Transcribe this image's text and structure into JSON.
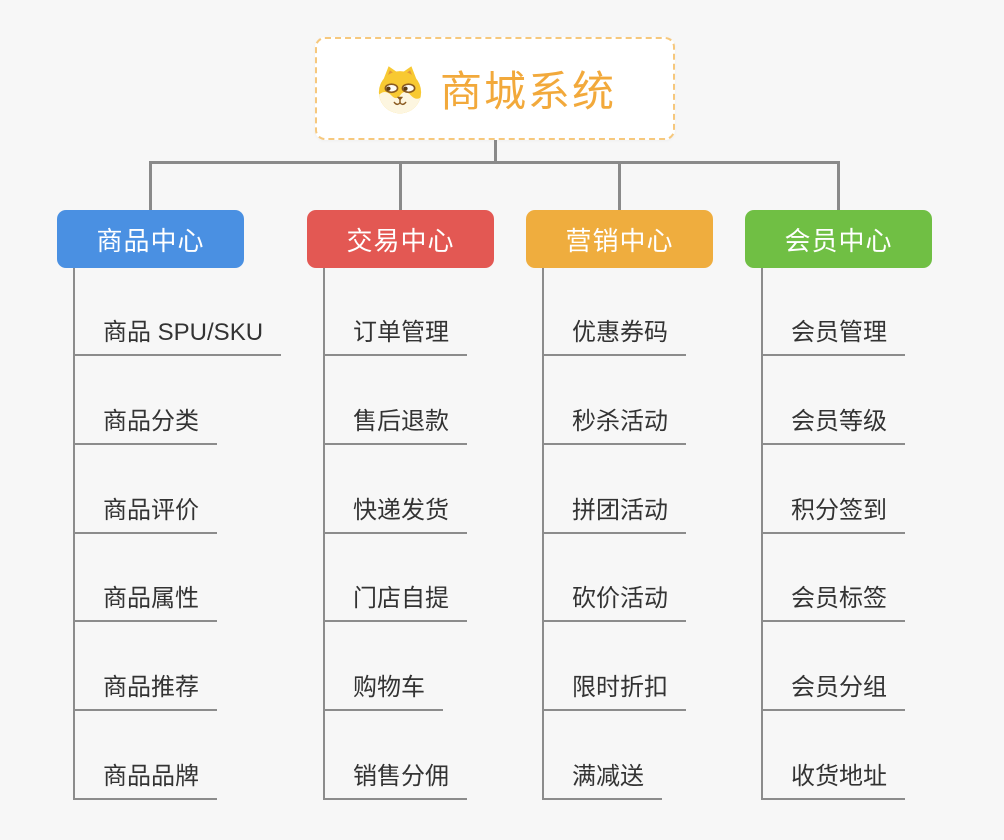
{
  "root": {
    "title": "商城系统",
    "icon": "dog-icon"
  },
  "branches": [
    {
      "label": "商品中心",
      "color": "#4a90e2",
      "children": [
        "商品 SPU/SKU",
        "商品分类",
        "商品评价",
        "商品属性",
        "商品推荐",
        "商品品牌"
      ]
    },
    {
      "label": "交易中心",
      "color": "#e35853",
      "children": [
        "订单管理",
        "售后退款",
        "快递发货",
        "门店自提",
        "购物车",
        "销售分佣"
      ]
    },
    {
      "label": "营销中心",
      "color": "#efad3e",
      "children": [
        "优惠券码",
        "秒杀活动",
        "拼团活动",
        "砍价活动",
        "限时折扣",
        "满减送"
      ]
    },
    {
      "label": "会员中心",
      "color": "#70bf44",
      "children": [
        "会员管理",
        "会员等级",
        "积分签到",
        "会员标签",
        "会员分组",
        "收货地址"
      ]
    }
  ],
  "style": {
    "title_color": "#f2a93b",
    "root_border_color": "#f6c87d",
    "connector_color": "#8a8a8a",
    "item_line_color": "#8c8c8c",
    "item_text_color": "#333333",
    "background_color": "#f7f7f7"
  }
}
